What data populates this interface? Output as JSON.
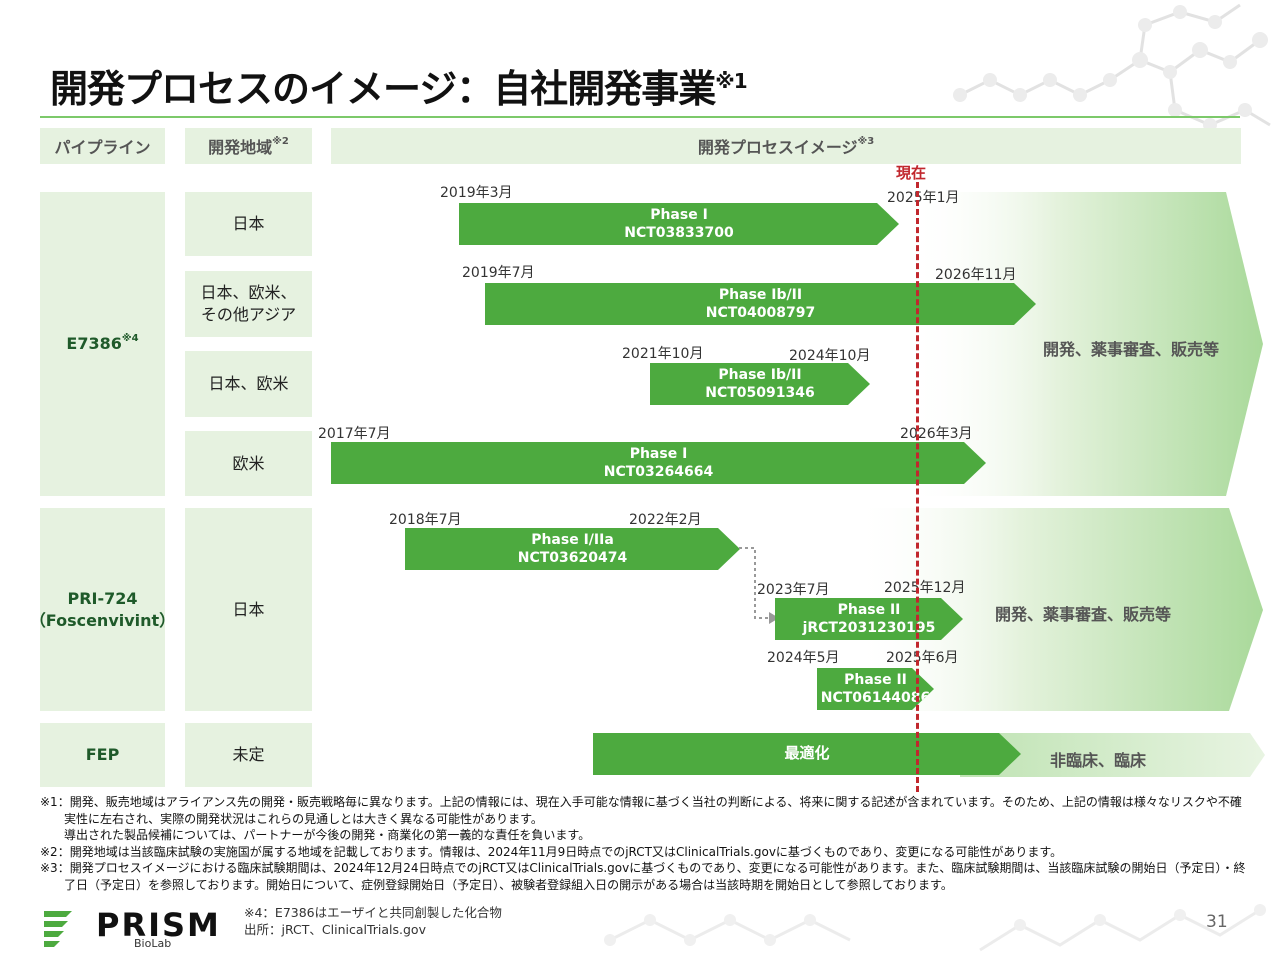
{
  "title": {
    "text": "開発プロセスのイメージ：自社開発事業",
    "sup": "※1"
  },
  "headers": {
    "pipeline": "パイプライン",
    "region": "開発地域",
    "region_sup": "※2",
    "process": "開発プロセスイメージ",
    "process_sup": "※3"
  },
  "now_label": "現在",
  "pipelines": {
    "e7386": {
      "name": "E7386",
      "sup": "※4"
    },
    "pri724": {
      "line1": "PRI-724",
      "line2": "（Foscenvivint）"
    },
    "fep": {
      "name": "FEP"
    }
  },
  "regions": {
    "r1": "日本",
    "r2a": "日本、欧米、",
    "r2b": "その他アジア",
    "r3": "日本、欧米",
    "r4": "欧米",
    "r5": "日本",
    "r6": "未定"
  },
  "bars": {
    "b1": {
      "phase": "Phase I",
      "id": "NCT03833700",
      "start": "2019年3月",
      "end": "2025年1月"
    },
    "b2": {
      "phase": "Phase Ib/II",
      "id": "NCT04008797",
      "start": "2019年7月",
      "end": "2026年11月"
    },
    "b3": {
      "phase": "Phase Ib/II",
      "id": "NCT05091346",
      "start": "2021年10月",
      "end": "2024年10月"
    },
    "b4": {
      "phase": "Phase I",
      "id": "NCT03264664",
      "start": "2017年7月",
      "end": "2026年3月"
    },
    "b5": {
      "phase": "Phase I/IIa",
      "id": "NCT03620474",
      "start": "2018年7月",
      "end": "2022年2月"
    },
    "b6": {
      "phase": "Phase II",
      "id": "jRCT2031230195",
      "start": "2023年7月",
      "end": "2025年12月"
    },
    "b7": {
      "phase": "Phase II",
      "id": "NCT06144086",
      "start": "2024年5月",
      "end": "2025年6月"
    },
    "b8": {
      "phase": "最適化"
    }
  },
  "stage_labels": {
    "e7386": "開発、薬事審査、販売等",
    "pri724": "開発、薬事審査、販売等",
    "fep": "非臨床、臨床"
  },
  "notes": {
    "n1a": "※1：開発、販売地域はアライアンス先の開発・販売戦略毎に異なります。上記の情報には、現在入手可能な情報に基づく当社の判断による、将来に関する記述が含まれています。そのため、上記の情報は様々なリスクや不確実性に左右され、実際の開発状況はこれらの見通しとは大きく異なる可能性があります。",
    "n1b": "導出された製品候補については、パートナーが今後の開発・商業化の第一義的な責任を負います。",
    "n2": "※2：開発地域は当該臨床試験の実施国が属する地域を記載しております。情報は、2024年11月9日時点でのjRCT又はClinicalTrials.govに基づくものであり、変更になる可能性があります。",
    "n3": "※3：開発プロセスイメージにおける臨床試験期間は、2024年12月24日時点でのjRCT又はClinicalTrials.govに基づくものであり、変更になる可能性があります。また、臨床試験期間は、当該臨床試験の開始日（予定日）・終了日（予定日）を参照しております。開始日について、症例登録開始日（予定日）、被験者登録組入日の開示がある場合は当該時期を開始日として参照しております。"
  },
  "footer": {
    "logo": "PRISM",
    "logo_sub": "BioLab",
    "note4": "※4：E7386はエーザイと共同創製した化合物",
    "source": "出所：jRCT、ClinicalTrials.gov",
    "page": "31"
  },
  "colors": {
    "bar": "#4daa3f",
    "cell": "#e6f2e0",
    "now": "#c1272d",
    "rule": "#7cc96a"
  }
}
